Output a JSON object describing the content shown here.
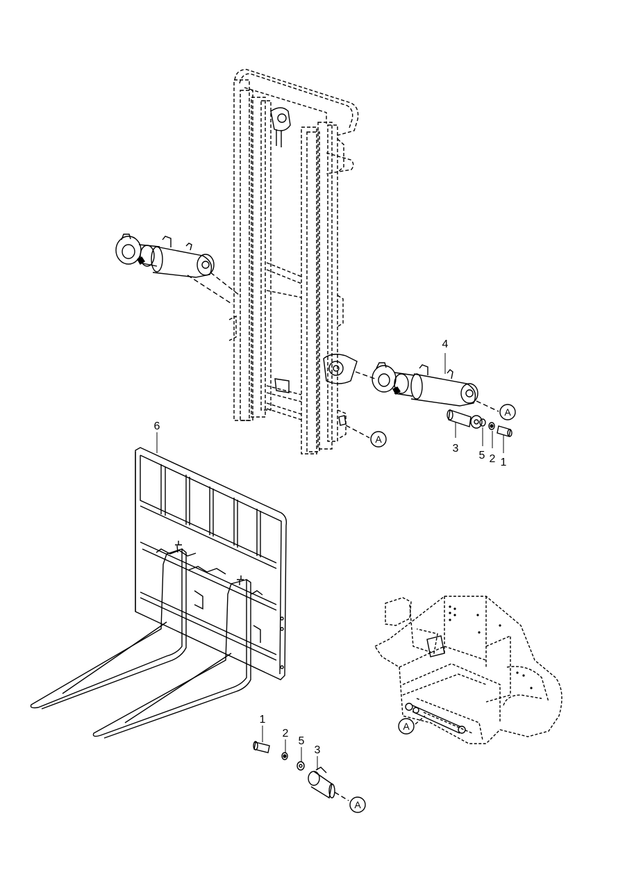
{
  "diagram": {
    "reference_marker": "A",
    "callouts": {
      "cylinder": "4",
      "fork_carriage": "6",
      "bolt": "1",
      "washer": "2",
      "pin": "3",
      "spacer": "5"
    }
  }
}
